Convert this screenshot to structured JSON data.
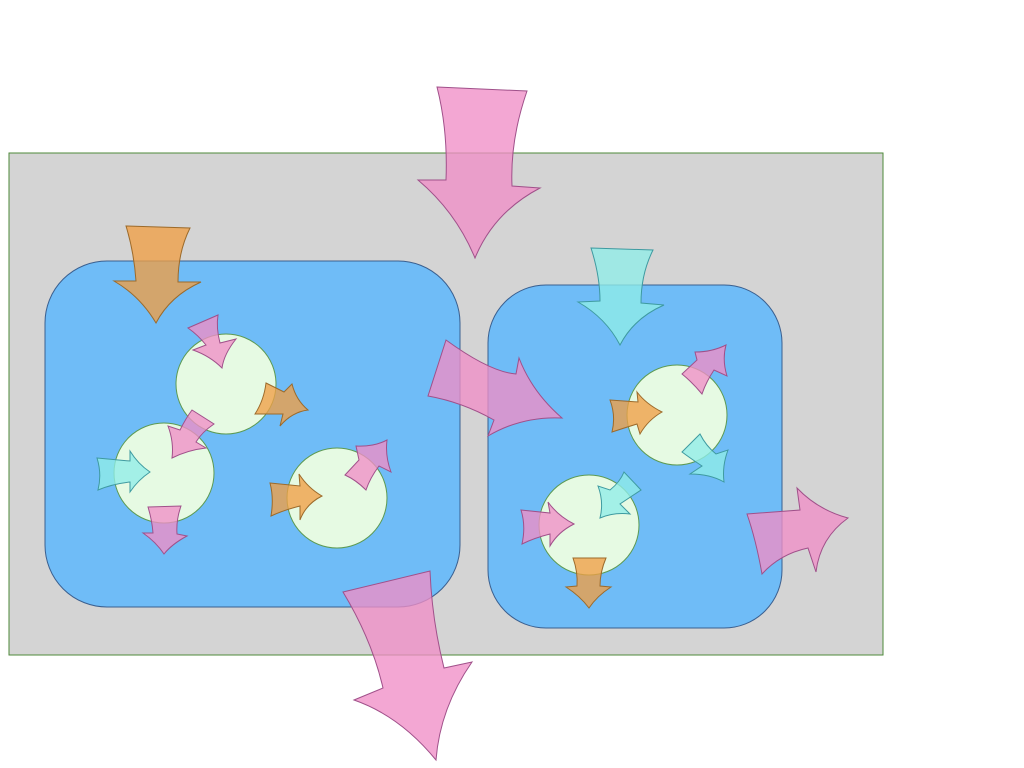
{
  "diagram": {
    "colors": {
      "background": "#ffffff",
      "outer_fill": "#d4d4d4",
      "outer_stroke": "#4e8a3a",
      "compartment_fill": "#6fbcf7",
      "compartment_stroke": "#3a5f8f",
      "node_fill": "#e6fae3",
      "node_stroke": "#5c9a52",
      "pink": "#ef8ec6",
      "pink_stroke": "#a0508a",
      "orange": "#ef9f45",
      "orange_stroke": "#9c6a2a",
      "cyan": "#8fede8",
      "cyan_stroke": "#3e9aa0"
    },
    "outer": {
      "name": "outer-region"
    },
    "compartments": [
      {
        "name": "compartment-left"
      },
      {
        "name": "compartment-right"
      }
    ],
    "nodes": [
      {
        "name": "node-left-top"
      },
      {
        "name": "node-left-bottom"
      },
      {
        "name": "node-left-right"
      },
      {
        "name": "node-right-top"
      },
      {
        "name": "node-right-bottom"
      }
    ],
    "arrows": [
      {
        "name": "arrow-pink-big-top",
        "color": "pink"
      },
      {
        "name": "arrow-pink-big-middle",
        "color": "pink"
      },
      {
        "name": "arrow-pink-big-bottom",
        "color": "pink"
      },
      {
        "name": "arrow-pink-big-right",
        "color": "pink"
      },
      {
        "name": "arrow-orange-big-left",
        "color": "orange"
      },
      {
        "name": "arrow-cyan-big-right",
        "color": "cyan"
      },
      {
        "name": "arrow-pink-small-1",
        "color": "pink"
      },
      {
        "name": "arrow-orange-small-1",
        "color": "orange"
      },
      {
        "name": "arrow-pink-small-2",
        "color": "pink"
      },
      {
        "name": "arrow-cyan-small-1",
        "color": "cyan"
      },
      {
        "name": "arrow-pink-small-3",
        "color": "pink"
      },
      {
        "name": "arrow-orange-small-2",
        "color": "orange"
      },
      {
        "name": "arrow-pink-small-4",
        "color": "pink"
      },
      {
        "name": "arrow-pink-small-5",
        "color": "pink"
      },
      {
        "name": "arrow-orange-small-3",
        "color": "orange"
      },
      {
        "name": "arrow-cyan-small-2",
        "color": "cyan"
      },
      {
        "name": "arrow-cyan-small-3",
        "color": "cyan"
      },
      {
        "name": "arrow-pink-small-6",
        "color": "pink"
      },
      {
        "name": "arrow-orange-small-4",
        "color": "orange"
      }
    ]
  }
}
